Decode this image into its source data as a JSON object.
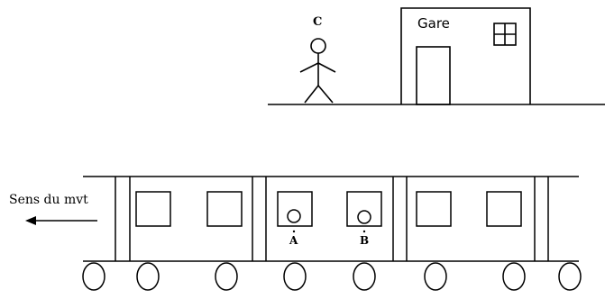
{
  "labels": {
    "observer": "C",
    "station": "Gare",
    "passenger_a": "A",
    "passenger_b": "B",
    "direction": "Sens du mvt"
  }
}
